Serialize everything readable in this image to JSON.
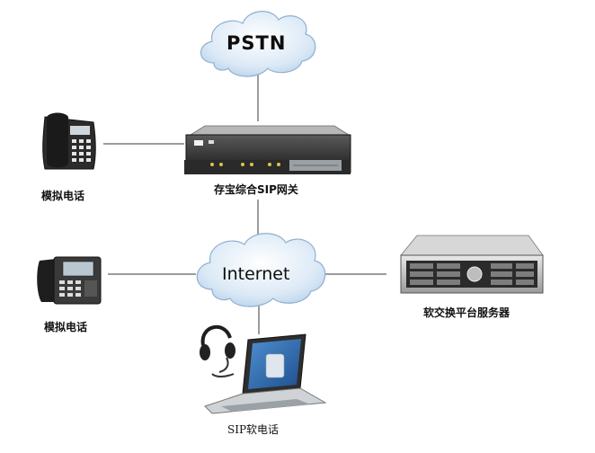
{
  "diagram": {
    "nodes": {
      "pstn": {
        "label": "PSTN",
        "icon": "cloud-icon"
      },
      "gateway": {
        "label": "存宝综合SIP网关",
        "icon": "rack-gateway-icon"
      },
      "internet": {
        "label": "Internet",
        "icon": "cloud-icon"
      },
      "phone_top": {
        "label": "模拟电话",
        "icon": "desk-phone-icon"
      },
      "phone_bottom": {
        "label": "模拟电话",
        "icon": "ip-phone-icon"
      },
      "server": {
        "label": "软交换平台服务器",
        "icon": "rack-server-icon"
      },
      "softphone": {
        "label": "SIP软电话",
        "icon": "laptop-headset-icon"
      }
    },
    "connections": [
      [
        "pstn",
        "gateway"
      ],
      [
        "phone_top",
        "gateway"
      ],
      [
        "gateway",
        "internet"
      ],
      [
        "phone_bottom",
        "internet"
      ],
      [
        "internet",
        "server"
      ],
      [
        "internet",
        "softphone"
      ]
    ],
    "colors": {
      "cloud_fill": "#dbe9f6",
      "cloud_stroke": "#8fb0d2",
      "line": "#7a7a7a"
    }
  }
}
